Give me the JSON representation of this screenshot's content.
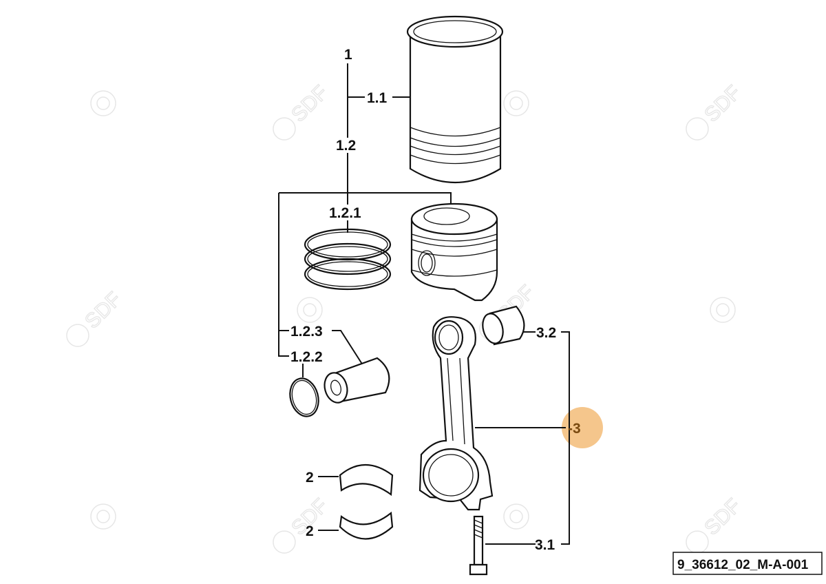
{
  "diagram": {
    "reference_code": "9_36612_02_M-A-001",
    "watermark": "SDF",
    "highlight_color": "#f5c68c",
    "callouts": [
      {
        "id": "1",
        "label": "1"
      },
      {
        "id": "1.1",
        "label": "1.1"
      },
      {
        "id": "1.2",
        "label": "1.2"
      },
      {
        "id": "1.2.1",
        "label": "1.2.1"
      },
      {
        "id": "1.2.3",
        "label": "1.2.3"
      },
      {
        "id": "1.2.2",
        "label": "1.2.2"
      },
      {
        "id": "3.2",
        "label": "3.2"
      },
      {
        "id": "3",
        "label": "-3",
        "highlighted": true
      },
      {
        "id": "2a",
        "label": "2"
      },
      {
        "id": "2b",
        "label": "2"
      },
      {
        "id": "3.1",
        "label": "3.1"
      }
    ]
  }
}
